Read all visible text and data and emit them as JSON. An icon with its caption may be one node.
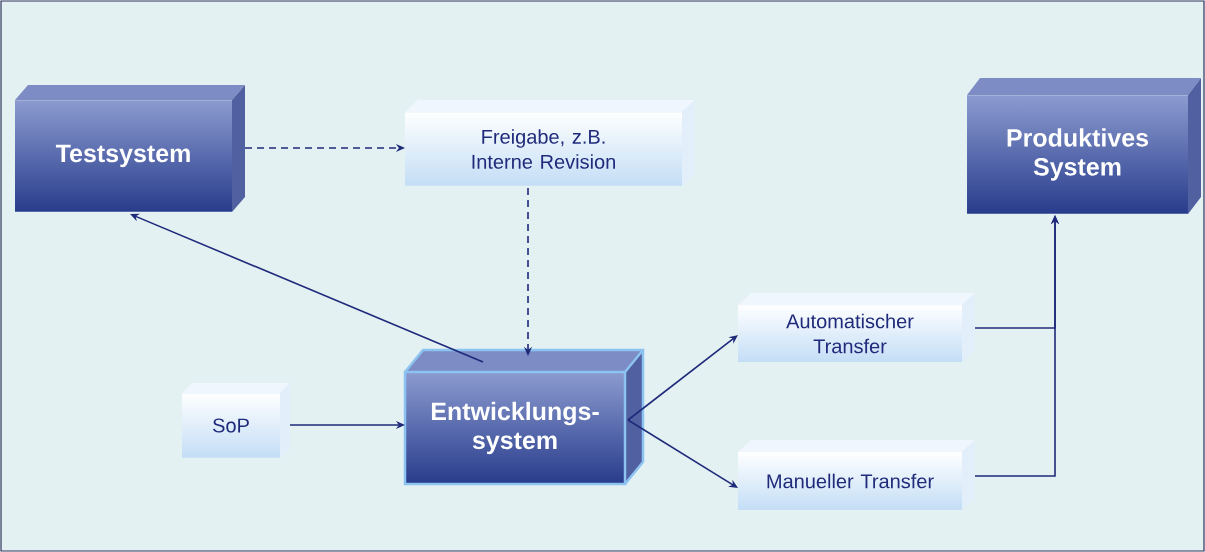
{
  "diagram": {
    "nodes": [
      {
        "text": [
          "Testsystem"
        ]
      },
      {
        "text": [
          "Freigabe, z.B. Interne Revision"
        ]
      },
      {
        "text": [
          "Produktives System"
        ]
      },
      {
        "text": [
          "Automatischer Transfer"
        ]
      },
      {
        "text": [
          "SoP"
        ]
      },
      {
        "text": [
          "Entwicklungs- system"
        ]
      },
      {
        "text": [
          "Manueller Transfer"
        ]
      }
    ],
    "edges": [
      {
        "from": 0,
        "to": 1,
        "arrow": "to",
        "style": "dashed"
      },
      {
        "from": 1,
        "to": 5,
        "arrow": "to",
        "style": "dashed"
      },
      {
        "from": 5,
        "to": 0,
        "arrow": "to"
      },
      {
        "from": 4,
        "to": 5,
        "arrow": "to"
      },
      {
        "from": 5,
        "to": 3,
        "arrow": "to"
      },
      {
        "from": 5,
        "to": 6,
        "arrow": "to"
      },
      {
        "from": 3,
        "to": 2,
        "arrow": "to"
      },
      {
        "from": 6,
        "to": 2,
        "arrow": "to"
      }
    ]
  }
}
